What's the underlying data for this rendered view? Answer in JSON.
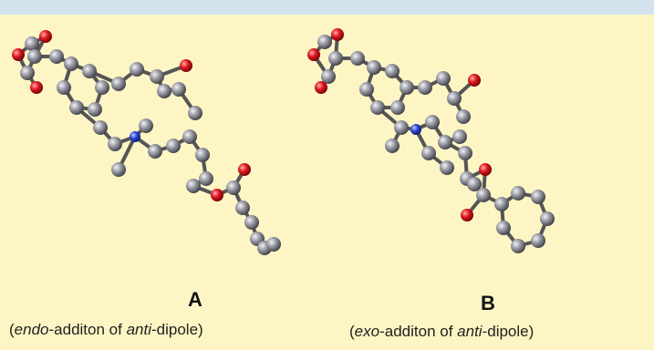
{
  "panels": [
    {
      "label": "A",
      "caption": {
        "prefix": "(",
        "term1": "endo",
        "middle": "-additon of ",
        "term2": "anti",
        "suffix": "-dipole)"
      }
    },
    {
      "label": "B",
      "caption": {
        "prefix": "(",
        "term1": "exo",
        "middle": "-additon of ",
        "term2": "anti",
        "suffix": "-dipole)"
      }
    }
  ],
  "colors": {
    "background": "#fdf6c4",
    "topbar": "#d2e3ee",
    "carbon": "#7d7d86",
    "oxygen": "#d6141e",
    "nitrogen": "#2c47d6",
    "bond": "#555555"
  }
}
